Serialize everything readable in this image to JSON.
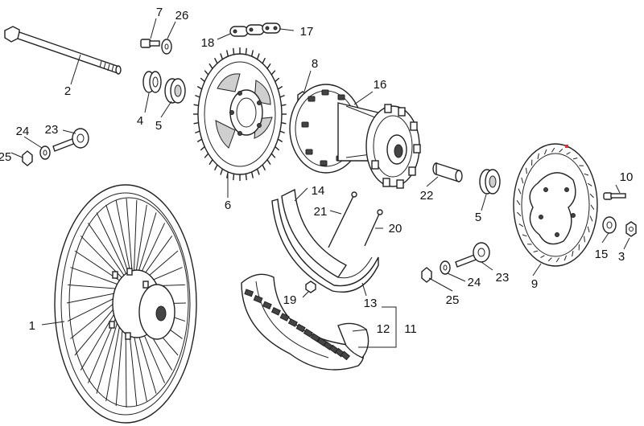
{
  "callouts": [
    "1",
    "2",
    "3",
    "4",
    "5",
    "5",
    "6",
    "7",
    "8",
    "9",
    "10",
    "11",
    "12",
    "13",
    "14",
    "15",
    "16",
    "17",
    "18",
    "19",
    "20",
    "21",
    "22",
    "23",
    "23",
    "24",
    "24",
    "25",
    "25",
    "26"
  ],
  "colors": {
    "line": "#222222",
    "background": "#ffffff",
    "marker": "#e03030"
  }
}
